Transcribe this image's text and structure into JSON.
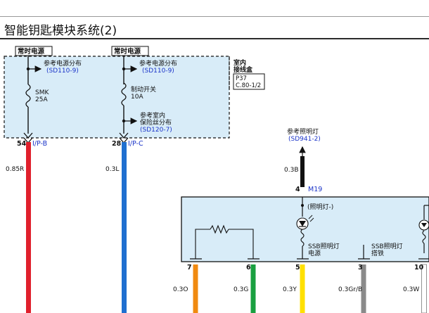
{
  "title": "智能钥匙模块系统(2)",
  "tags": {
    "left": "常时电源",
    "mid": "常时电源"
  },
  "col1": {
    "ref_label": "参考电源分布",
    "ref_code": "(SD110-9)",
    "fuse_name": "SMK",
    "fuse_rating": "25A",
    "pin": "54",
    "connector": "I/P-B",
    "wire": "0.85R"
  },
  "col2": {
    "ref_label": "参考电源分布",
    "ref_code": "(SD110-9)",
    "fuse_name": "制动开关",
    "fuse_rating": "10A",
    "ref2_line1": "参考室内",
    "ref2_line2": "保险丝分布",
    "ref2_code": "(SD120-7)",
    "pin": "28",
    "connector": "I/P-C",
    "wire": "0.3L"
  },
  "junction_box": {
    "title_line1": "室内",
    "title_line2": "接线盒",
    "ref_line1": "P37",
    "ref_line2": "C.80-1/2"
  },
  "lamp_ref": {
    "line1": "参考照明灯",
    "code": "(SD941-2)",
    "wire": "0.3B",
    "pin": "4",
    "connector": "M19"
  },
  "module": {
    "lamp_label": "(照明灯-)",
    "ssb_lamp_power_line1": "SSB照明灯",
    "ssb_lamp_power_line2": "电源",
    "ssb_lamp_ground_line1": "SSB照明灯",
    "ssb_lamp_ground_line2": "搭铁"
  },
  "outputs": [
    {
      "pin": "7",
      "wire": "0.3O",
      "color": "#f08a10"
    },
    {
      "pin": "6",
      "wire": "0.3G",
      "color": "#1aa040"
    },
    {
      "pin": "5",
      "wire": "0.3Y",
      "color": "#ffe000"
    },
    {
      "pin": "3",
      "wire": "0.3Gr/B",
      "color": "#8a8a8a"
    },
    {
      "pin": "10",
      "wire": "0.3W",
      "color": "#ffffff"
    }
  ],
  "colors": {
    "red_wire": "#e0202c",
    "blue_wire": "#1f6fd0",
    "black_wire": "#111111",
    "panel_fill": "#d8ecf8",
    "module_fill": "#d8ecf8"
  }
}
